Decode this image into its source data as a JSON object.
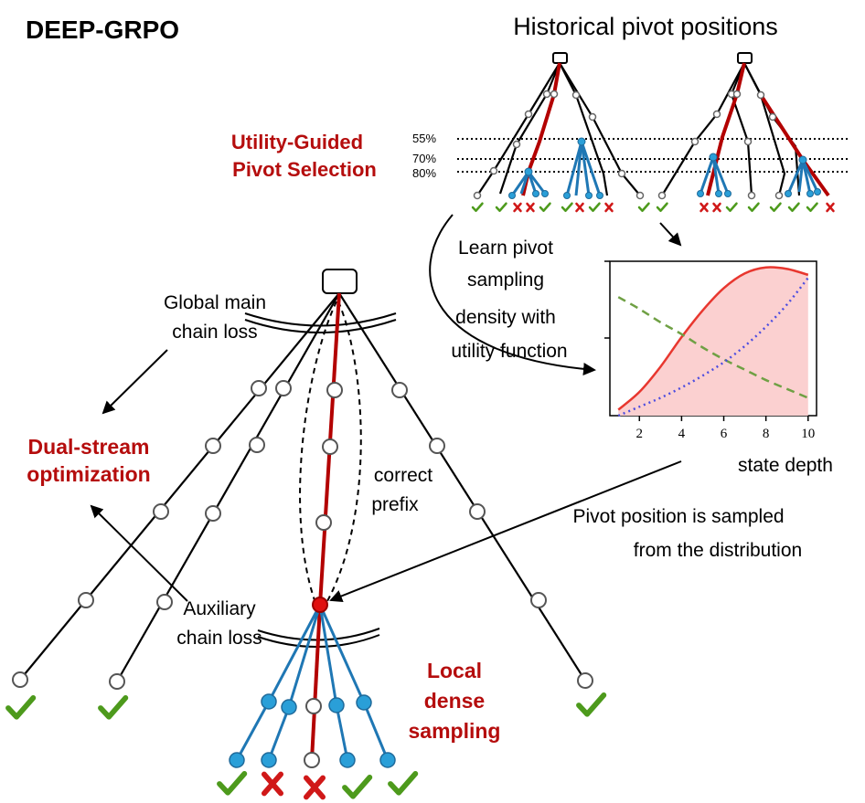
{
  "title": "DEEP-GRPO",
  "top_heading": "Historical pivot positions",
  "labels": {
    "utility_guided": [
      "Utility-Guided",
      "Pivot Selection"
    ],
    "learn_density": [
      "Learn pivot",
      "sampling",
      "density with",
      "utility function"
    ],
    "global_loss": [
      "Global main",
      "chain loss"
    ],
    "dual_stream": [
      "Dual-stream",
      "optimization"
    ],
    "correct_prefix": [
      "correct",
      "prefix"
    ],
    "auxiliary_loss": [
      "Auxiliary",
      "chain loss"
    ],
    "local_dense": [
      "Local",
      "dense",
      "sampling"
    ],
    "pivot_sampled": [
      "Pivot position is sampled",
      "from the distribution"
    ]
  },
  "depth_percentages": [
    "55%",
    "70%",
    "80%"
  ],
  "colors": {
    "main_chain": "#b30000",
    "branch": "#1f77b4",
    "highlight_text": "#b50d0d",
    "check": "#4d9a1c",
    "cross": "#d01818"
  },
  "small_tree_outcomes": [
    [
      "check",
      "check",
      "cross",
      "cross",
      "check",
      "check",
      "cross",
      "check",
      "cross"
    ],
    [
      "check",
      "check",
      "cross",
      "cross",
      "check",
      "check",
      "check",
      "check",
      "check",
      "cross"
    ]
  ],
  "main_tree_outcomes": [
    "check",
    "check",
    "check",
    "check",
    "cross",
    "cross",
    "check",
    "check"
  ],
  "chart_data": {
    "type": "line",
    "xlabel": "state depth",
    "x_ticks": [
      "2",
      "4",
      "6",
      "8",
      "10"
    ],
    "xlim": [
      0.6,
      10.4
    ],
    "ylim": [
      0,
      1
    ],
    "grid": false,
    "series": [
      {
        "style": "solid",
        "color": "#e8372f",
        "fill": "#fbd0d0",
        "x": [
          1,
          2,
          3,
          4,
          5,
          6,
          7,
          8,
          9,
          10
        ],
        "y": [
          0.04,
          0.16,
          0.33,
          0.53,
          0.71,
          0.86,
          0.96,
          1.0,
          0.99,
          0.95
        ]
      },
      {
        "style": "dashed",
        "color": "#6fa044",
        "x": [
          1,
          2,
          3,
          4,
          5,
          6,
          7,
          8,
          9,
          10
        ],
        "y": [
          0.8,
          0.72,
          0.63,
          0.55,
          0.46,
          0.38,
          0.31,
          0.24,
          0.18,
          0.12
        ]
      },
      {
        "style": "dotted",
        "color": "#4d4de0",
        "x": [
          1,
          2,
          3,
          4,
          5,
          6,
          7,
          8,
          9,
          10
        ],
        "y": [
          0.0,
          0.06,
          0.12,
          0.19,
          0.27,
          0.36,
          0.47,
          0.6,
          0.75,
          0.93
        ]
      }
    ]
  }
}
